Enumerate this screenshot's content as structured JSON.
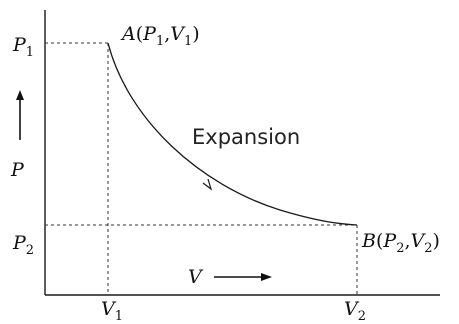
{
  "diagram": {
    "y_axis": {
      "symbol": "P",
      "arrow": "up"
    },
    "x_axis": {
      "symbol": "V",
      "arrow": "right"
    },
    "ticks": {
      "p1": {
        "base": "P",
        "sub": "1"
      },
      "p2": {
        "base": "P",
        "sub": "2"
      },
      "v1": {
        "base": "V",
        "sub": "1"
      },
      "v2": {
        "base": "V",
        "sub": "2"
      }
    },
    "point_a": {
      "name": "A",
      "open": "(",
      "p_base": "P",
      "p_sub": "1",
      "comma": ",",
      "v_base": "V",
      "v_sub": "1",
      "close": ")"
    },
    "point_b": {
      "name": "B",
      "open": "(",
      "p_base": "P",
      "p_sub": "2",
      "comma": ",",
      "v_base": "V",
      "v_sub": "2",
      "close": ")"
    },
    "curve_label": "Expansion",
    "curve_direction": "A-to-B",
    "line_color": "#1a1a1a",
    "guide_color": "#333333"
  }
}
